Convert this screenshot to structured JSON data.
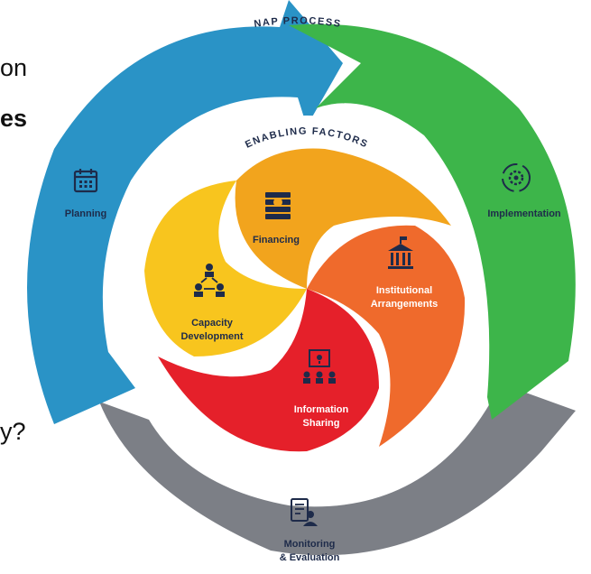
{
  "slide_text": {
    "fragment_1": "on",
    "fragment_2": "es",
    "fragment_3": "y?"
  },
  "diagram": {
    "outer_title": "NAP PROCESS",
    "inner_title": "ENABLING FACTORS",
    "outer_steps": [
      {
        "label": "Planning",
        "icon": "calendar-icon",
        "color": "#2a93c6"
      },
      {
        "label": "Implementation",
        "icon": "gear-cycle-icon",
        "color": "#3db54a"
      },
      {
        "label": "Monitoring",
        "label2": "& Evaluation",
        "icon": "checklist-person-icon",
        "color": "#7c7f86"
      }
    ],
    "enabling_factors": [
      {
        "label": "Financing",
        "icon": "money-stack-icon",
        "color": "#f2a41d"
      },
      {
        "label": "Institutional",
        "label2": "Arrangements",
        "icon": "institution-icon",
        "color": "#ef6a2c"
      },
      {
        "label": "Information",
        "label2": "Sharing",
        "icon": "presentation-icon",
        "color": "#e5202a"
      },
      {
        "label": "Capacity",
        "label2": "Development",
        "icon": "network-people-icon",
        "color": "#f8c51e"
      }
    ],
    "text_color": "#1e2b4a"
  }
}
